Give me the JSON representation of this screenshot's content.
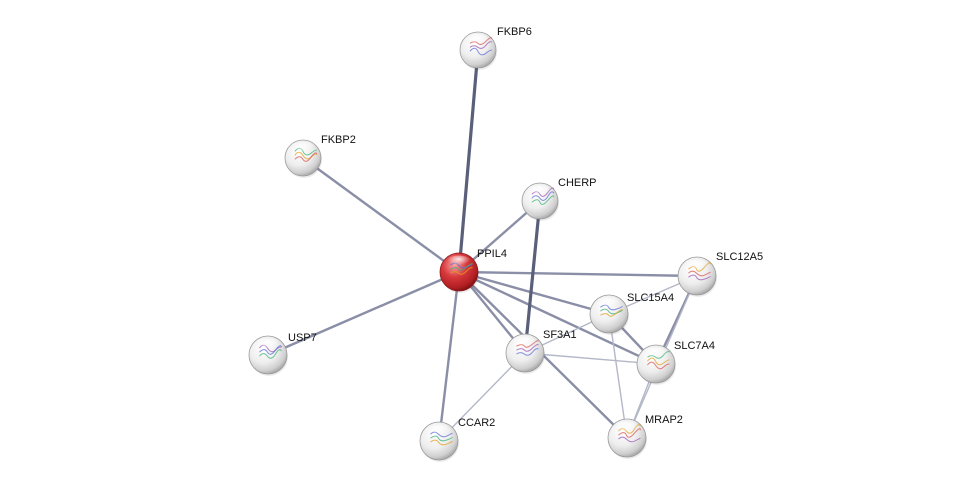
{
  "network": {
    "nodes": [
      {
        "id": "PPIL4",
        "label": "PPIL4",
        "query": true,
        "icon": "protein-structure-icon"
      },
      {
        "id": "FKBP6",
        "label": "FKBP6",
        "query": false,
        "icon": "protein-structure-icon"
      },
      {
        "id": "FKBP2",
        "label": "FKBP2",
        "query": false,
        "icon": "protein-structure-icon"
      },
      {
        "id": "CHERP",
        "label": "CHERP",
        "query": false,
        "icon": "protein-structure-icon"
      },
      {
        "id": "SLC12A5",
        "label": "SLC12A5",
        "query": false,
        "icon": "protein-structure-icon"
      },
      {
        "id": "SLC15A4",
        "label": "SLC15A4",
        "query": false,
        "icon": "protein-structure-icon"
      },
      {
        "id": "SF3A1",
        "label": "SF3A1",
        "query": false,
        "icon": "protein-structure-icon"
      },
      {
        "id": "SLC7A4",
        "label": "SLC7A4",
        "query": false,
        "icon": "protein-structure-icon"
      },
      {
        "id": "USP7",
        "label": "USP7",
        "query": false,
        "icon": "protein-structure-icon"
      },
      {
        "id": "MRAP2",
        "label": "MRAP2",
        "query": false,
        "icon": "protein-structure-icon"
      },
      {
        "id": "CCAR2",
        "label": "CCAR2",
        "query": false,
        "icon": "protein-structure-icon"
      }
    ],
    "edges": [
      {
        "source": "PPIL4",
        "target": "FKBP6",
        "strength": "strong"
      },
      {
        "source": "PPIL4",
        "target": "FKBP2",
        "strength": "medium"
      },
      {
        "source": "PPIL4",
        "target": "CHERP",
        "strength": "medium"
      },
      {
        "source": "PPIL4",
        "target": "USP7",
        "strength": "medium"
      },
      {
        "source": "PPIL4",
        "target": "CCAR2",
        "strength": "medium"
      },
      {
        "source": "PPIL4",
        "target": "SF3A1",
        "strength": "medium"
      },
      {
        "source": "PPIL4",
        "target": "SLC12A5",
        "strength": "medium"
      },
      {
        "source": "PPIL4",
        "target": "SLC15A4",
        "strength": "medium"
      },
      {
        "source": "PPIL4",
        "target": "SLC7A4",
        "strength": "medium"
      },
      {
        "source": "PPIL4",
        "target": "MRAP2",
        "strength": "medium"
      },
      {
        "source": "CHERP",
        "target": "SF3A1",
        "strength": "strong"
      },
      {
        "source": "SF3A1",
        "target": "CCAR2",
        "strength": "weak"
      },
      {
        "source": "SF3A1",
        "target": "SLC15A4",
        "strength": "weak"
      },
      {
        "source": "SF3A1",
        "target": "SLC7A4",
        "strength": "weak"
      },
      {
        "source": "SLC12A5",
        "target": "SLC7A4",
        "strength": "medium"
      },
      {
        "source": "SLC12A5",
        "target": "SLC15A4",
        "strength": "weak"
      },
      {
        "source": "SLC12A5",
        "target": "MRAP2",
        "strength": "weak"
      },
      {
        "source": "SLC15A4",
        "target": "SLC7A4",
        "strength": "medium"
      },
      {
        "source": "SLC15A4",
        "target": "MRAP2",
        "strength": "weak"
      },
      {
        "source": "SLC7A4",
        "target": "MRAP2",
        "strength": "weak"
      }
    ],
    "colors": {
      "query_node": "#c4262b",
      "node": "#e6e6e6",
      "edge_strong": "#5a5f7a",
      "edge_medium": "#8a8ea6",
      "edge_weak": "#b4b7c8"
    }
  }
}
